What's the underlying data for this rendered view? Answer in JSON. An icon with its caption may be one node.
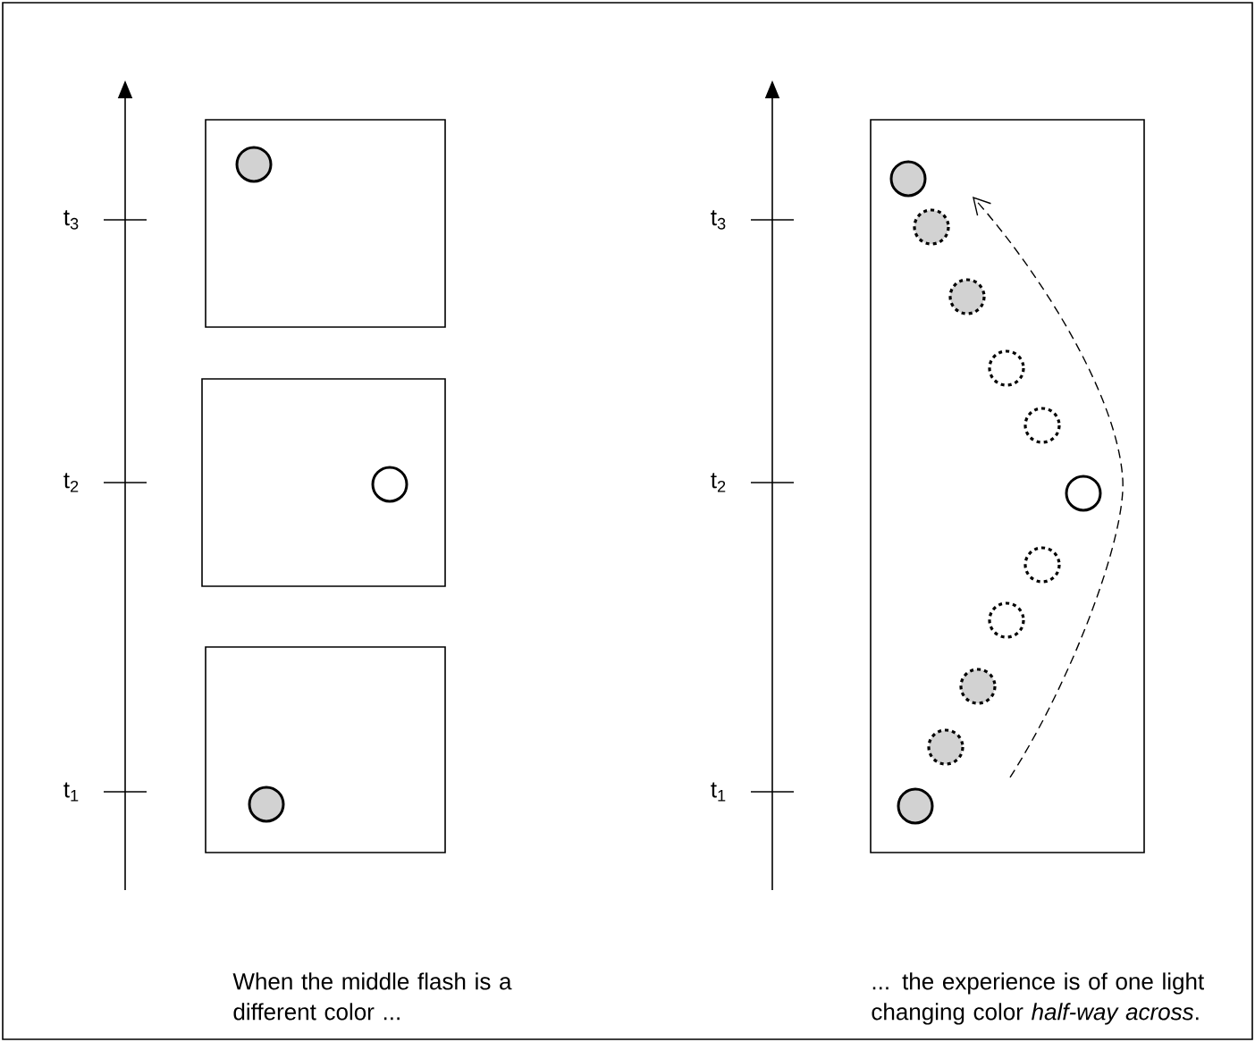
{
  "diagram": {
    "labels": [
      "t$_{3}$",
      "t$_{3}$",
      "t$_{2}$",
      "t$_{2}$",
      "t$_{1}$",
      "t$_{1}$",
      "When the middle flash is a different color ...",
      "... the experience is of one light changing color *half-way across*."
    ]
  }
}
